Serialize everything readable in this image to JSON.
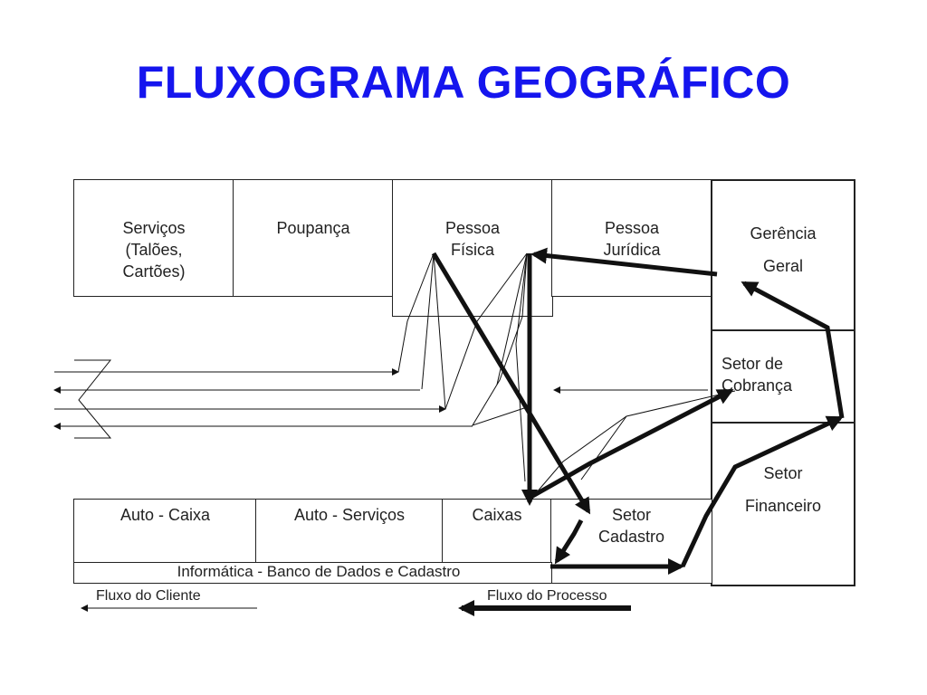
{
  "title": "FLUXOGRAMA GEOGRÁFICO",
  "rooms": {
    "servicos": [
      "Serviços",
      "(Talões,",
      "Cartões)"
    ],
    "poupanca": "Poupança",
    "pessoa_fisica": [
      "Pessoa",
      "Física"
    ],
    "pessoa_juridica": [
      "Pessoa",
      "Jurídica"
    ],
    "gerencia": [
      "Gerência",
      "Geral"
    ],
    "cobranca": [
      "Setor de",
      "Cobrança"
    ],
    "financeiro": [
      "Setor",
      "Financeiro"
    ],
    "auto_caixa": "Auto - Caixa",
    "auto_servicos": "Auto - Serviços",
    "caixas": "Caixas",
    "cadastro": [
      "Setor",
      "Cadastro"
    ],
    "informatica": "Informática - Banco de Dados e Cadastro"
  },
  "legend": {
    "client": "Fluxo do Cliente",
    "process": "Fluxo do Processo"
  },
  "colors": {
    "title": "#1515ee",
    "lines": "#111111"
  }
}
